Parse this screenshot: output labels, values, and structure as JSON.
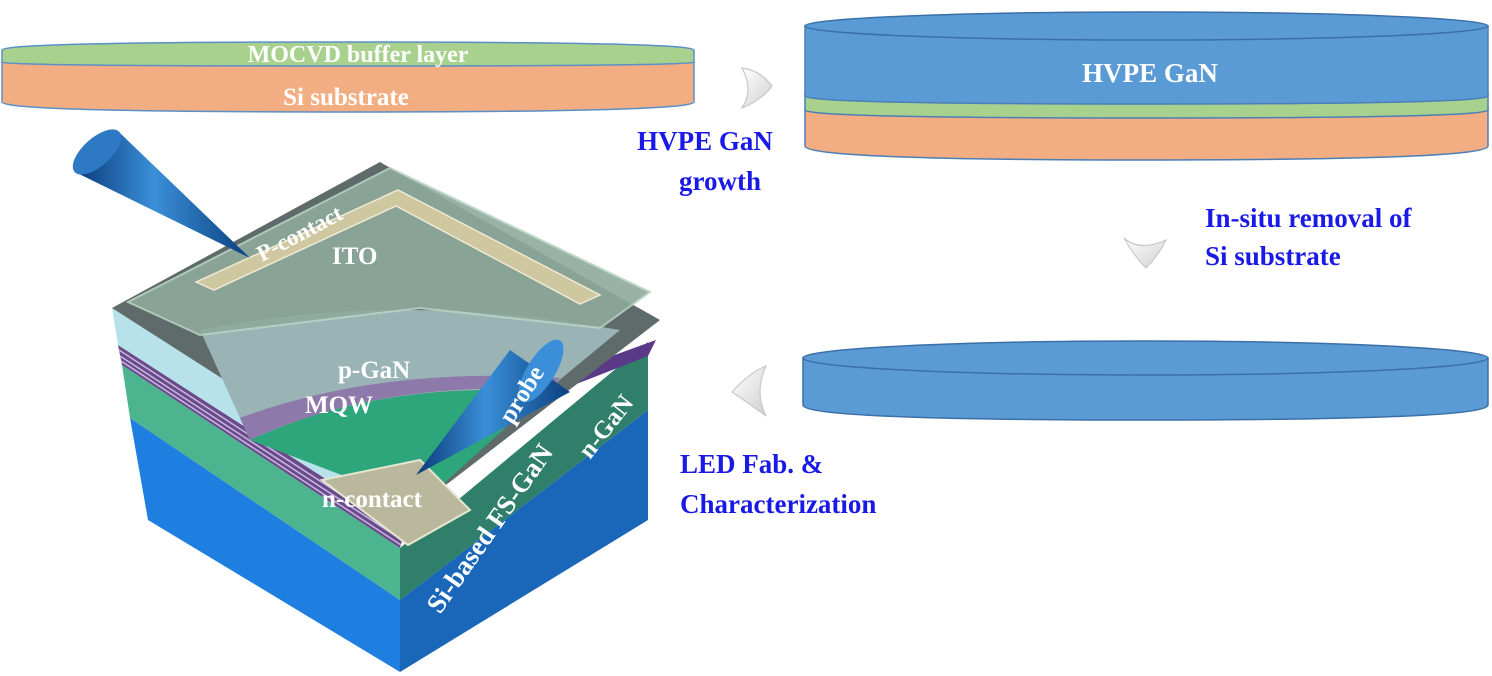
{
  "wafer1": {
    "buffer_label": "MOCVD buffer layer",
    "substrate_label": "Si substrate"
  },
  "wafer2": {
    "gan_label": "HVPE GaN"
  },
  "steps": {
    "growth_line1": "HVPE GaN",
    "growth_line2": "growth",
    "removal_line1": "In-situ removal of",
    "removal_line2": "Si substrate",
    "fab_line1": "LED Fab. &",
    "fab_line2": "Characterization"
  },
  "device": {
    "p_contact": "P-contact",
    "ito": "ITO",
    "p_gan": "p-GaN",
    "mqw": "MQW",
    "probe": "probe",
    "n_gan": "n-GaN",
    "n_contact": "n-contact",
    "fs_gan": "Si-based FS-GaN"
  },
  "colors": {
    "substrate": "#f2ae82",
    "buffer": "#a9d18e",
    "gan": "#5b9bd5",
    "fs_gan": "#1f7fe0",
    "n_gan": "#4cb58f",
    "text_blue": "#1a1ae6"
  }
}
